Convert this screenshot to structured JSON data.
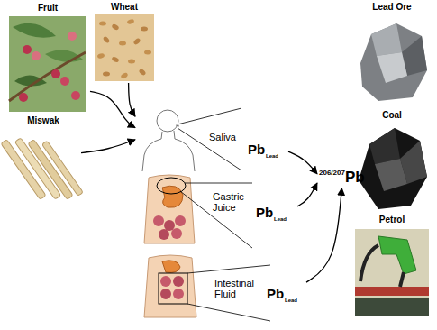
{
  "diagram": {
    "nodes": [
      {
        "text": [
          "Fruit"
        ]
      },
      {
        "text": [
          "Wheat"
        ]
      },
      {
        "text": [
          "Miswak"
        ]
      },
      {
        "text": [
          "Saliva",
          "Pb",
          "Lead"
        ]
      },
      {
        "text": [
          "Gastric Juice",
          "Pb",
          "Lead"
        ]
      },
      {
        "text": [
          "Intestinal Fluid",
          "Pb",
          "Lead"
        ]
      },
      {
        "text": [
          "206/207",
          "Pb"
        ]
      },
      {
        "text": [
          "Lead Ore"
        ]
      },
      {
        "text": [
          "Coal"
        ]
      },
      {
        "text": [
          "Petrol"
        ]
      }
    ],
    "edges": [
      {
        "from": 0,
        "to": 3,
        "arrow": "to"
      },
      {
        "from": 1,
        "to": 3,
        "arrow": "to"
      },
      {
        "from": 2,
        "to": 3,
        "arrow": "to"
      },
      {
        "from": 3,
        "to": 6,
        "arrow": "to"
      },
      {
        "from": 4,
        "to": 6,
        "arrow": "to"
      },
      {
        "from": 5,
        "to": 6,
        "arrow": "to"
      }
    ]
  }
}
